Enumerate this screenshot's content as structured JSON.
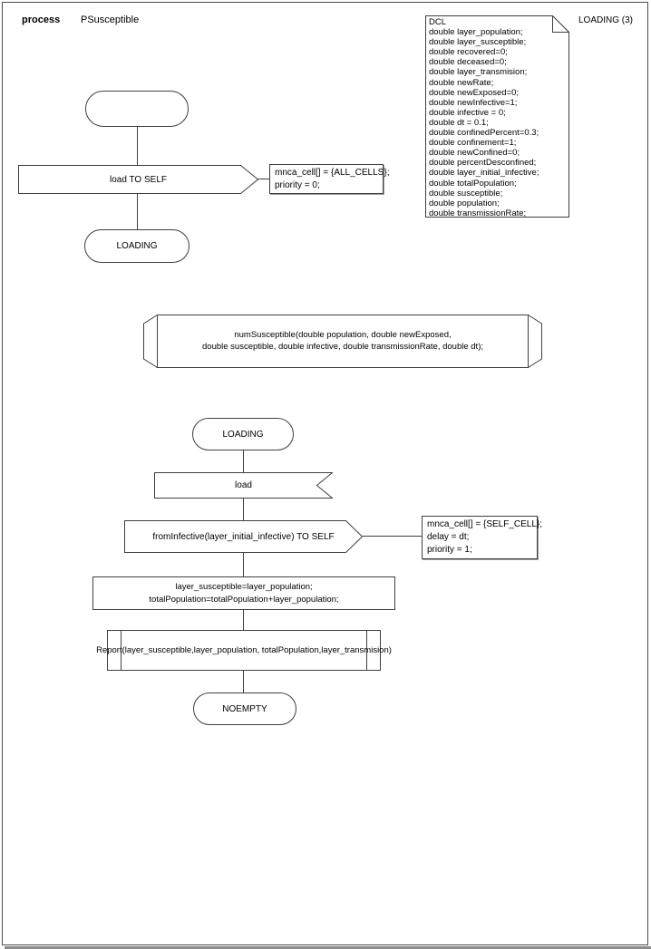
{
  "colors": {
    "stroke": "#3f3f3f",
    "text": "#000000",
    "background": "#ffffff"
  },
  "header": {
    "keyword": "process",
    "name": "PSusceptible"
  },
  "corner_state_label": "LOADING (3)",
  "dcl": {
    "lines": [
      "DCL",
      "double layer_population;",
      "double layer_susceptible;",
      "double recovered=0;",
      "double deceased=0;",
      "double layer_transmision;",
      "double newRate;",
      "double newExposed=0;",
      "double newInfective=1;",
      "double infective = 0;",
      "double dt = 0.1;",
      "double confinedPercent=0.3;",
      "double confinement=1;",
      "double newConfined=0;",
      "double percentDesconfined;",
      "double layer_initial_infective;",
      "double totalPopulation;",
      "double susceptible;",
      "double population;",
      "double transmissionRate;"
    ]
  },
  "flow_top": {
    "send_label": "load TO SELF",
    "annotation": {
      "line1": "mnca_cell[] = {ALL_CELLS};",
      "line2": "priority = 0;"
    },
    "end_state": "LOADING"
  },
  "function_def": {
    "line1": "numSusceptible(double population, double newExposed,",
    "line2": "double susceptible, double infective, double transmissionRate, double dt);"
  },
  "flow_bottom": {
    "start_state": "LOADING",
    "receive_label": "load",
    "send_label": "fromInfective(layer_initial_infective) TO SELF",
    "annotation": {
      "line1": "mnca_cell[] = {SELF_CELL};",
      "line2": "delay = dt;",
      "line3": "priority = 1;"
    },
    "assign": {
      "line1": "layer_susceptible=layer_population;",
      "line2": "totalPopulation=totalPopulation+layer_population;"
    },
    "report_label": "Report(layer_susceptible,layer_population, totalPopulation,layer_transmision)",
    "end_state": "NOEMPTY"
  }
}
